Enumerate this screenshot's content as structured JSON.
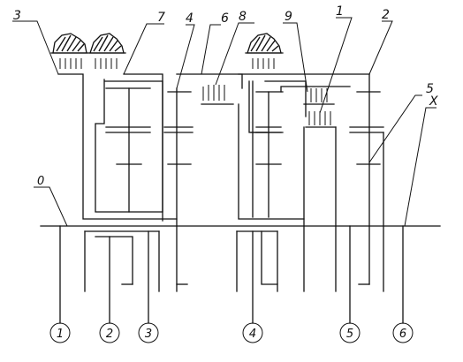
{
  "labels": {
    "top": [
      "3",
      "7",
      "4",
      "6",
      "8",
      "9",
      "1",
      "2",
      "5",
      "X",
      "0"
    ]
  },
  "shafts": [
    "1",
    "2",
    "3",
    "4",
    "5",
    "6"
  ]
}
